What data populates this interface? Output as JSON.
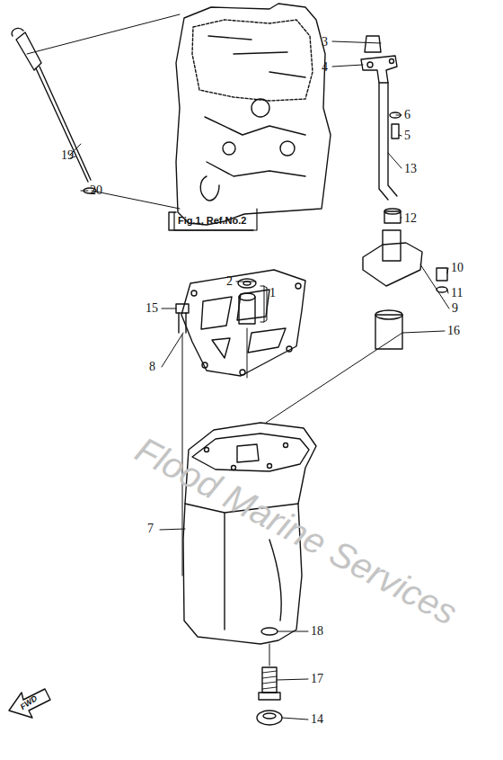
{
  "diagram": {
    "labels": [
      "3",
      "4",
      "6",
      "5",
      "13",
      "19",
      "20",
      "Fig.1, Ref.No.2",
      "12",
      "10",
      "11",
      "2",
      "1",
      "9",
      "15",
      "16",
      "8",
      "7",
      "18",
      "17",
      "14",
      "Flood Marine Services",
      "FWD"
    ]
  }
}
